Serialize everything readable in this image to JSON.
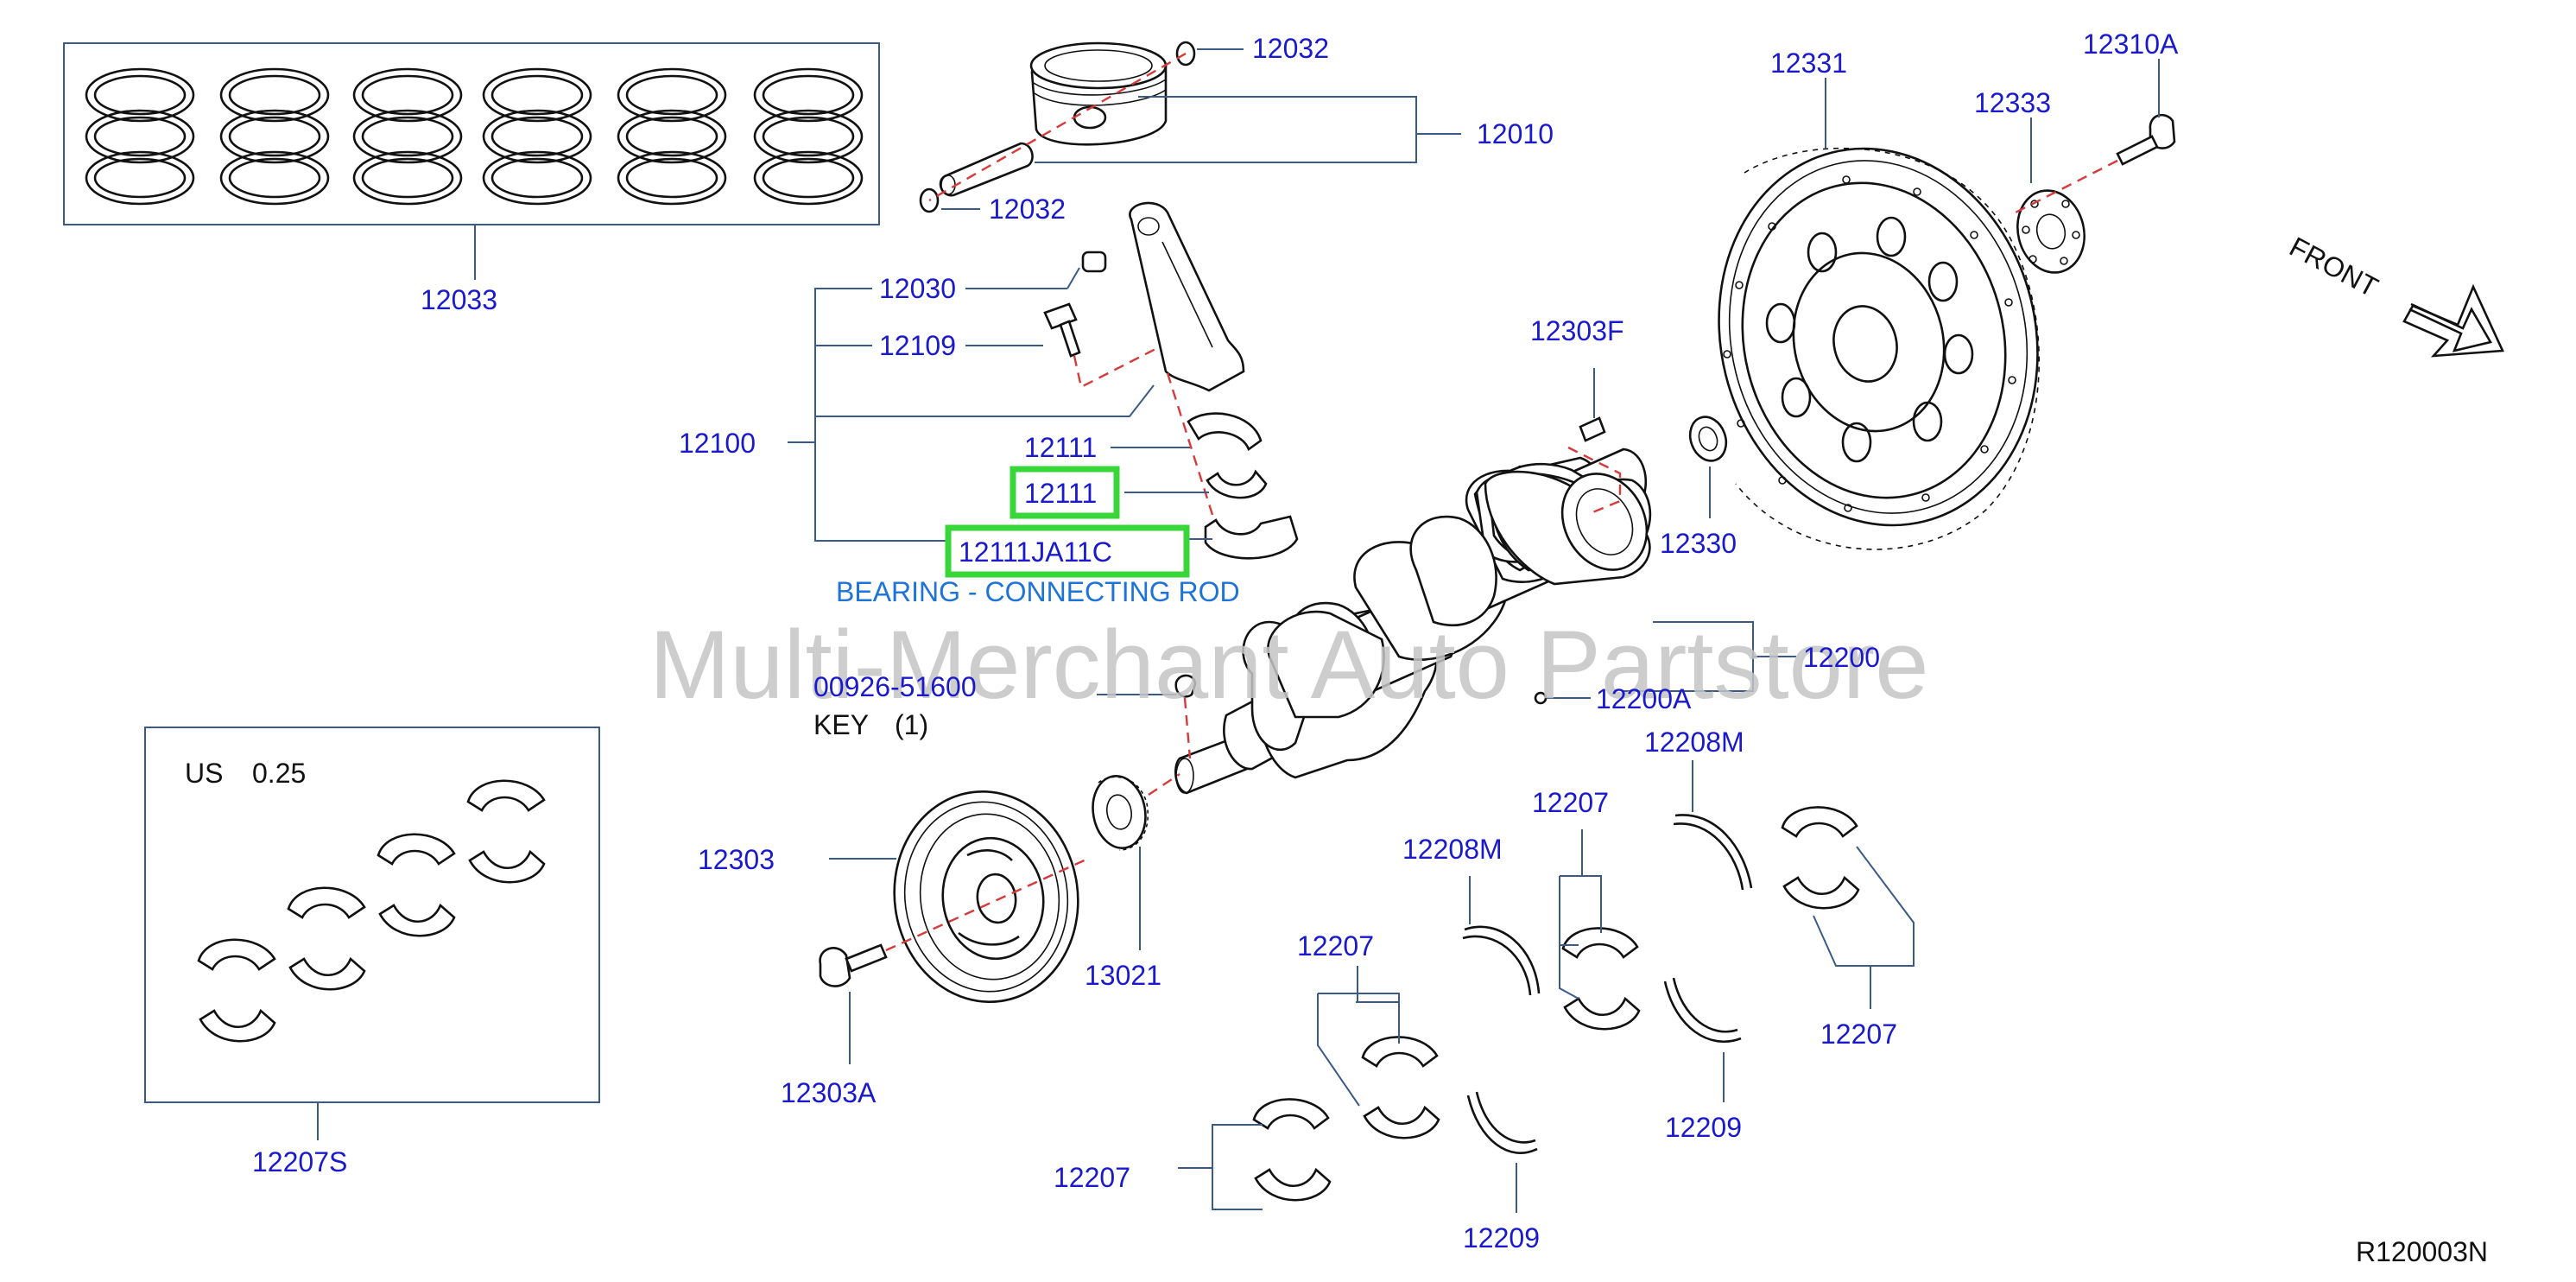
{
  "labels": {
    "rings_set": "12033",
    "piston_pin_clip_top": "12032",
    "piston_pin_clip_bottom": "12032",
    "piston_assembly": "12010",
    "conrod_bushing": "12030",
    "conrod_bolt": "12109",
    "conrod_assembly": "12100",
    "bearing_upper": "12111",
    "bearing_lower_highlight": "12111",
    "bearing_part_highlight": "12111JA11C",
    "bearing_description": "BEARING - CONNECTING ROD",
    "key_part": "00926-51600",
    "key_name": "KEY",
    "key_qty": "(1)",
    "us_size_label": "US",
    "us_size_value": "0.25",
    "main_bearing_set": "12207S",
    "crank_pulley": "12303",
    "pulley_bolt": "12303A",
    "sprocket": "13021",
    "main_bearing_a": "12207",
    "main_bearing_b": "12207",
    "main_bearing_c": "12207",
    "main_bearing_d": "12207",
    "thrust_washer_a": "12208M",
    "thrust_washer_b": "12208M",
    "thrust_washer_c": "12209",
    "thrust_washer_d": "12209",
    "crankshaft": "12200",
    "crank_plug": "12200A",
    "pilot_pin": "12303F",
    "pilot_bushing": "12330",
    "flywheel": "12331",
    "reinforcement_plate": "12333",
    "flywheel_bolt": "12310A",
    "front_label": "FRONT",
    "diagram_ref": "R120003N"
  },
  "watermark": "Multi-Merchant Auto Partstore",
  "colors": {
    "part_number": "#1a1acc",
    "description": "#1e73d8",
    "highlight": "#39d63a",
    "centerline": "#d63a3a",
    "leader": "#3a5a8a"
  }
}
